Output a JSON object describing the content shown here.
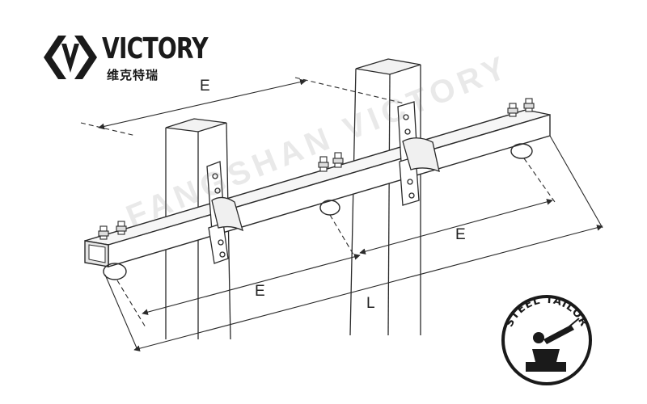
{
  "brand": {
    "name": "VICTORY",
    "name_cn": "维克特瑞",
    "watermark": "FANGSHAN VICTORY",
    "badge_text": "STEEL TAILOR"
  },
  "diagram": {
    "dimensions": {
      "spacing_label": "E",
      "total_length_label": "L"
    },
    "colors": {
      "line": "#2a2a2a",
      "fill": "#ffffff",
      "shade": "#e6e6e6"
    }
  }
}
